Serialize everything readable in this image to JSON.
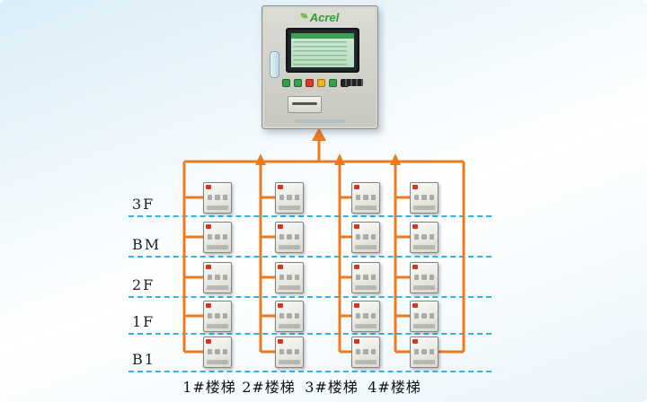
{
  "cabinet": {
    "brand": "Acrel",
    "indicator_colors": [
      "#35a047",
      "#35a047",
      "#d93a2c",
      "#f0b41e",
      "#35a047",
      "#2a2a2a"
    ]
  },
  "floors": [
    {
      "label": "3F"
    },
    {
      "label": "BM"
    },
    {
      "label": "2F"
    },
    {
      "label": "1F"
    },
    {
      "label": "B1"
    }
  ],
  "stairs": [
    {
      "label": "1#楼梯"
    },
    {
      "label": "2#楼梯"
    },
    {
      "label": "3#楼梯"
    },
    {
      "label": "4#楼梯"
    }
  ],
  "colors": {
    "wire": "#ee7a1e",
    "floor_line": "#35b2e2",
    "device_dot": "#d63426",
    "brand_green": "#2f9e33"
  }
}
